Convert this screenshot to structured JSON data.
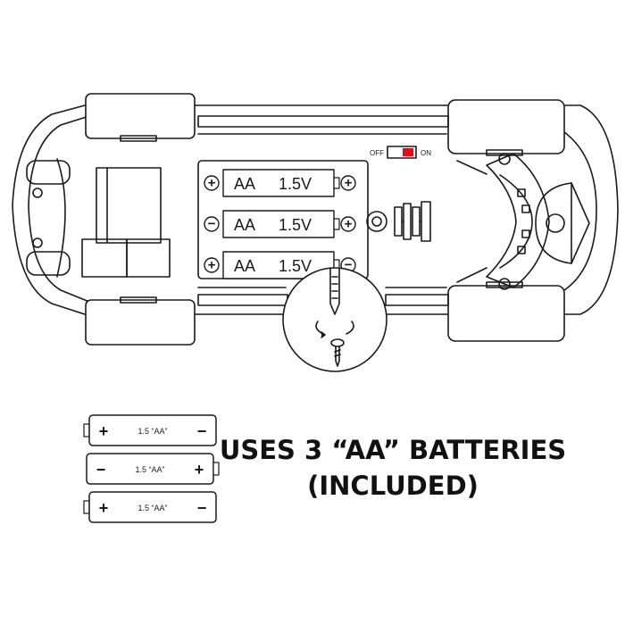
{
  "switch": {
    "off_label": "OFF",
    "on_label": "ON",
    "indicator_color": "#e01010"
  },
  "compartment_batteries": [
    {
      "type_label": "AA",
      "voltage_label": "1.5V",
      "left_terminal": "+",
      "right_terminal": "+"
    },
    {
      "type_label": "AA",
      "voltage_label": "1.5V",
      "left_terminal": "−",
      "right_terminal": "+"
    },
    {
      "type_label": "AA",
      "voltage_label": "1.5V",
      "left_terminal": "+",
      "right_terminal": "−"
    }
  ],
  "spare_batteries": [
    {
      "label": "1.5 “AA”",
      "left_terminal": "+",
      "right_terminal": "−"
    },
    {
      "label": "1.5 “AA”",
      "left_terminal": "−",
      "right_terminal": "+"
    },
    {
      "label": "1.5 “AA”",
      "left_terminal": "+",
      "right_terminal": "−"
    }
  ],
  "caption": {
    "line1": "USES 3 “AA” BATTERIES",
    "line2": "(INCLUDED)"
  },
  "colors": {
    "line": "#1a1a1a",
    "background": "#ffffff"
  }
}
